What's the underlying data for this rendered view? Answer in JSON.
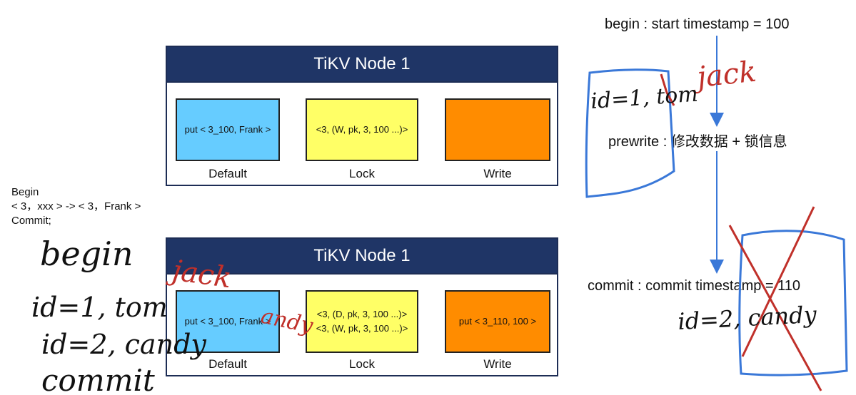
{
  "nodes": [
    {
      "title": "TiKV Node 1",
      "default": {
        "label": "Default",
        "lines": [
          "put < 3_100, Frank >"
        ]
      },
      "lock": {
        "label": "Lock",
        "lines": [
          "<3, (W, pk, 3, 100 ...)>"
        ]
      },
      "write": {
        "label": "Write",
        "lines": []
      }
    },
    {
      "title": "TiKV Node 1",
      "default": {
        "label": "Default",
        "lines": [
          "put < 3_100, Frank >"
        ]
      },
      "lock": {
        "label": "Lock",
        "lines": [
          "<3, (D, pk, 3, 100 ...)>",
          "<3, (W, pk, 3, 100 ...)>"
        ]
      },
      "write": {
        "label": "Write",
        "lines": [
          "put < 3_110, 100 >"
        ]
      }
    }
  ],
  "sql": [
    "Begin",
    "< 3，xxx > -> < 3，Frank >",
    "Commit;"
  ],
  "steps": {
    "begin": "begin : start timestamp = 100",
    "prewrite": "prewrite : 修改数据 + 锁信息",
    "commit": "commit : commit timestamp = 110"
  },
  "annotations": {
    "handwriting_left": [
      "begin",
      "id=1, tom",
      "id=2, candy",
      "commit"
    ],
    "handwriting_right_top": "id=1, tom",
    "handwriting_right_bottom": "id=2, candy",
    "red_jack_top": "jack",
    "red_jack_bottom": "jack",
    "red_andy": "andy",
    "colors": {
      "ink": "#111111",
      "red": "#c0302a",
      "blue": "#3a78d8",
      "navy": "#1f3566"
    }
  }
}
